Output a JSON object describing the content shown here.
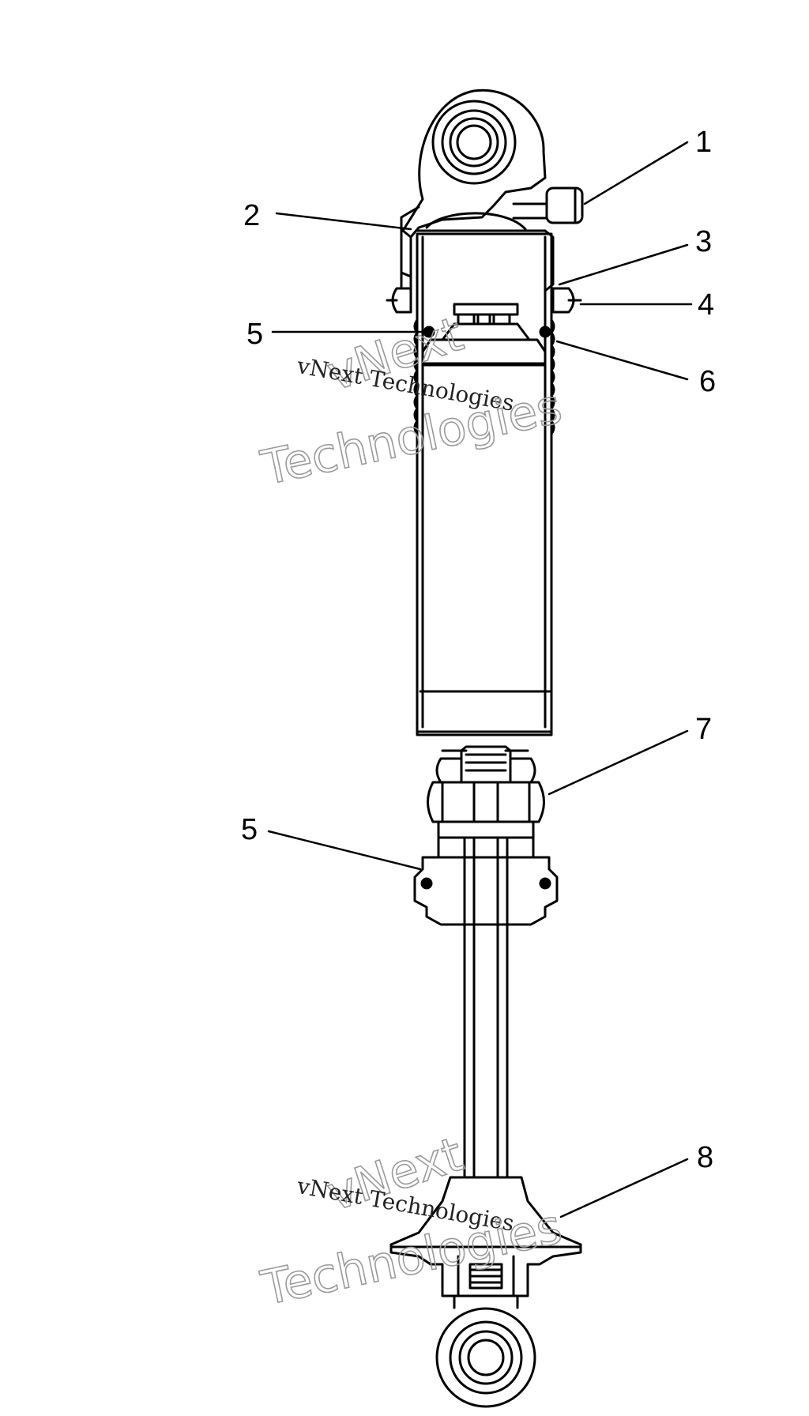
{
  "callouts": [
    {
      "id": "c1",
      "text": "1"
    },
    {
      "id": "c2",
      "text": "2"
    },
    {
      "id": "c3",
      "text": "3"
    },
    {
      "id": "c4",
      "text": "4"
    },
    {
      "id": "c5a",
      "text": "5"
    },
    {
      "id": "c6",
      "text": "6"
    },
    {
      "id": "c7",
      "text": "7"
    },
    {
      "id": "c5b",
      "text": "5"
    },
    {
      "id": "c8",
      "text": "8"
    }
  ],
  "watermark": {
    "line_small": "vNext Technologies",
    "line_brand": "vNext",
    "line_large": "Technologies"
  },
  "colors": {
    "ink": "#000000",
    "paper": "#ffffff",
    "watermark": "#9a9a9a"
  }
}
